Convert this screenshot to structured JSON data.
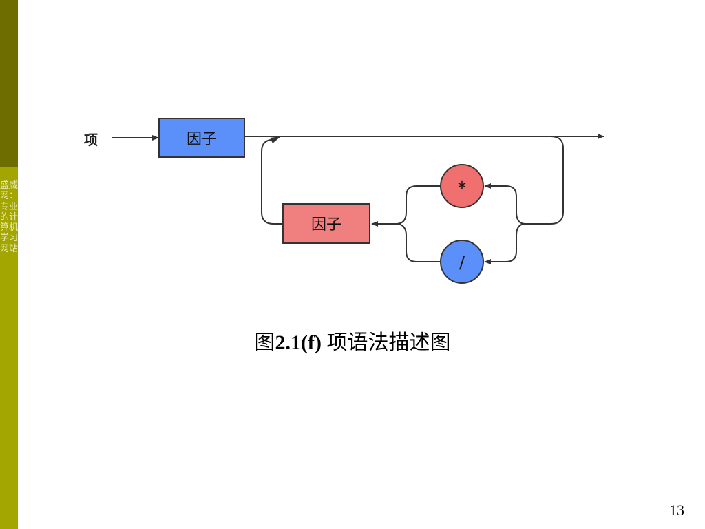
{
  "sidebar": {
    "text": "盛威网：专业的计算机学习网站"
  },
  "diagram": {
    "entry_label": "项",
    "top_box_label": "因子",
    "bottom_box_label": "因子",
    "multiply_symbol": "*",
    "divide_symbol": "/",
    "colors": {
      "top_box": "#5b8ff9",
      "bottom_box": "#f08080",
      "multiply_circle": "#f07070",
      "divide_circle": "#5b8ff9",
      "line": "#333333"
    }
  },
  "caption": {
    "prefix": "图",
    "number": "2.1(f)",
    "title": " 项语法描述图"
  },
  "page": {
    "number": "13"
  }
}
